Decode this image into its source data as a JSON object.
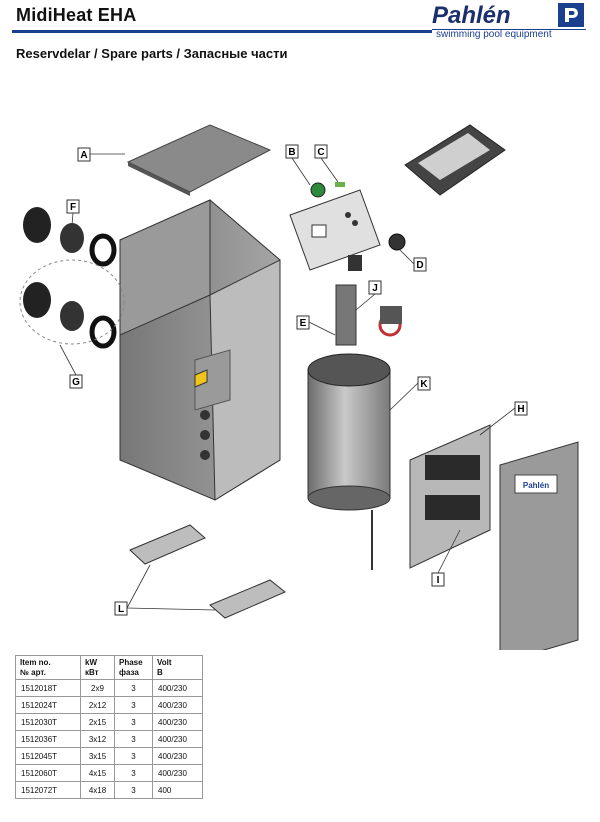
{
  "header": {
    "title": "MidiHeat EHA",
    "brand": "Pahlén",
    "tagline": "swimming pool equipment",
    "brand_color": "#1b3f8f"
  },
  "subtitle": "Reservdelar / Spare parts / Запасные части",
  "diagram": {
    "callouts": [
      "A",
      "B",
      "C",
      "D",
      "E",
      "F",
      "G",
      "H",
      "I",
      "J",
      "K",
      "L"
    ],
    "panel_logo": "Pahlén"
  },
  "parts_table": {
    "headers": [
      {
        "line1": "Item no.",
        "line2": "№ арт."
      },
      {
        "line1": "kW",
        "line2": "кВт"
      },
      {
        "line1": "Phase",
        "line2": "фаза"
      },
      {
        "line1": "Volt",
        "line2": "В"
      }
    ],
    "rows": [
      [
        "1512018T",
        "2x9",
        "3",
        "400/230"
      ],
      [
        "1512024T",
        "2x12",
        "3",
        "400/230"
      ],
      [
        "1512030T",
        "2x15",
        "3",
        "400/230"
      ],
      [
        "1512036T",
        "3x12",
        "3",
        "400/230"
      ],
      [
        "1512045T",
        "3x15",
        "3",
        "400/230"
      ],
      [
        "1512060T",
        "4x15",
        "3",
        "400/230"
      ],
      [
        "1512072T",
        "4x18",
        "3",
        "400"
      ]
    ]
  }
}
